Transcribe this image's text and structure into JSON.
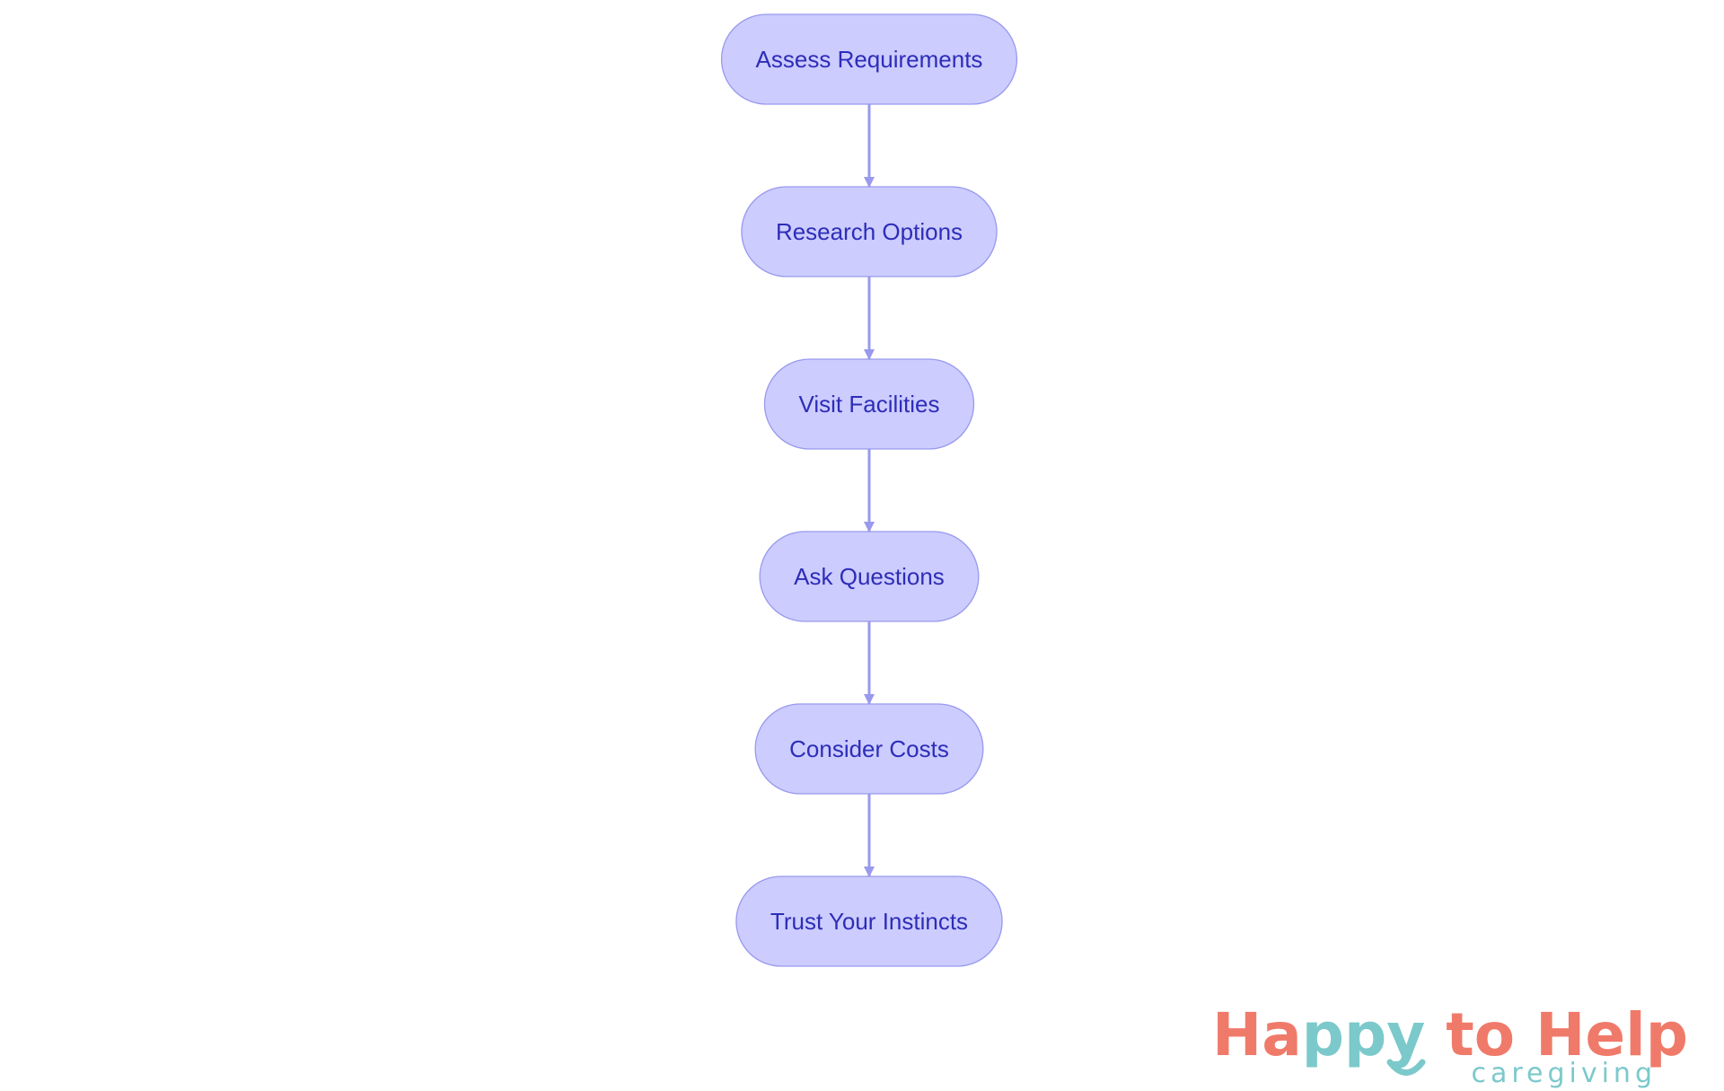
{
  "diagram": {
    "type": "flowchart",
    "direction": "top-to-bottom",
    "nodes": [
      {
        "id": "assess",
        "label": "Assess Requirements"
      },
      {
        "id": "research",
        "label": "Research Options"
      },
      {
        "id": "visit",
        "label": "Visit Facilities"
      },
      {
        "id": "ask",
        "label": "Ask Questions"
      },
      {
        "id": "costs",
        "label": "Consider Costs"
      },
      {
        "id": "trust",
        "label": "Trust Your Instincts"
      }
    ],
    "edges": [
      {
        "from": "assess",
        "to": "research"
      },
      {
        "from": "research",
        "to": "visit"
      },
      {
        "from": "visit",
        "to": "ask"
      },
      {
        "from": "ask",
        "to": "costs"
      },
      {
        "from": "costs",
        "to": "trust"
      }
    ]
  },
  "logo": {
    "brand": "Happy to Help",
    "tagline": "caregiving"
  },
  "colors": {
    "background": "#ffffff",
    "node_fill": "#ccccff",
    "node_stroke": "#9999ee",
    "node_text": "#2d2db8",
    "edge": "#9999ee",
    "logo_coral": "#f07a6a",
    "logo_teal": "#7cc9cb"
  }
}
